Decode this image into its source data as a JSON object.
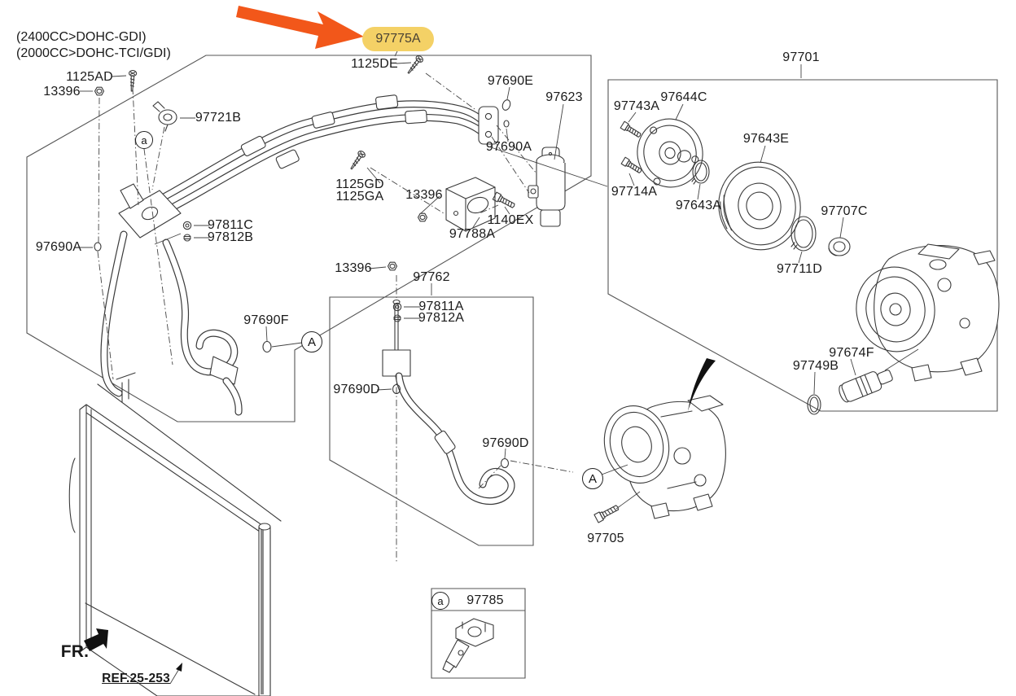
{
  "notes": {
    "engine1": "(2400CC>DOHC-GDI)",
    "engine2": "(2000CC>DOHC-TCI/GDI)"
  },
  "highlight": {
    "part_number": "97775A"
  },
  "part_labels": {
    "p1125AD": "1125AD",
    "p13396_top": "13396",
    "p97721B": "97721B",
    "p1125DE": "1125DE",
    "p97690E": "97690E",
    "p97623": "97623",
    "p97690A_valve": "97690A",
    "p1125GD": "1125GD",
    "p1125GA": "1125GA",
    "p13396_mid": "13396",
    "p97788A": "97788A",
    "p1140EX": "1140EX",
    "p97811C": "97811C",
    "p97812B": "97812B",
    "p97690A_left": "97690A",
    "p97690F": "97690F",
    "p13396_low": "13396",
    "p97762": "97762",
    "p97811A": "97811A",
    "p97812A": "97812A",
    "p97690D_box": "97690D",
    "p97690D_out": "97690D",
    "p97705": "97705",
    "p97701": "97701",
    "p97743A": "97743A",
    "p97644C": "97644C",
    "p97643E": "97643E",
    "p97714A": "97714A",
    "p97643A": "97643A",
    "p97707C": "97707C",
    "p97711D": "97711D",
    "p97749B": "97749B",
    "p97674F": "97674F",
    "p97785": "97785"
  },
  "callouts": {
    "small": "a",
    "large": "A"
  },
  "footer": {
    "fr": "FR.",
    "ref": "REF.25-253"
  },
  "colors": {
    "background": "#ffffff",
    "line_art": "#3a3a3a",
    "box_line": "#555555",
    "highlight_bg": "#F4D166",
    "highlight_text": "#4a4234",
    "arrow_orange": "#F2571A"
  }
}
